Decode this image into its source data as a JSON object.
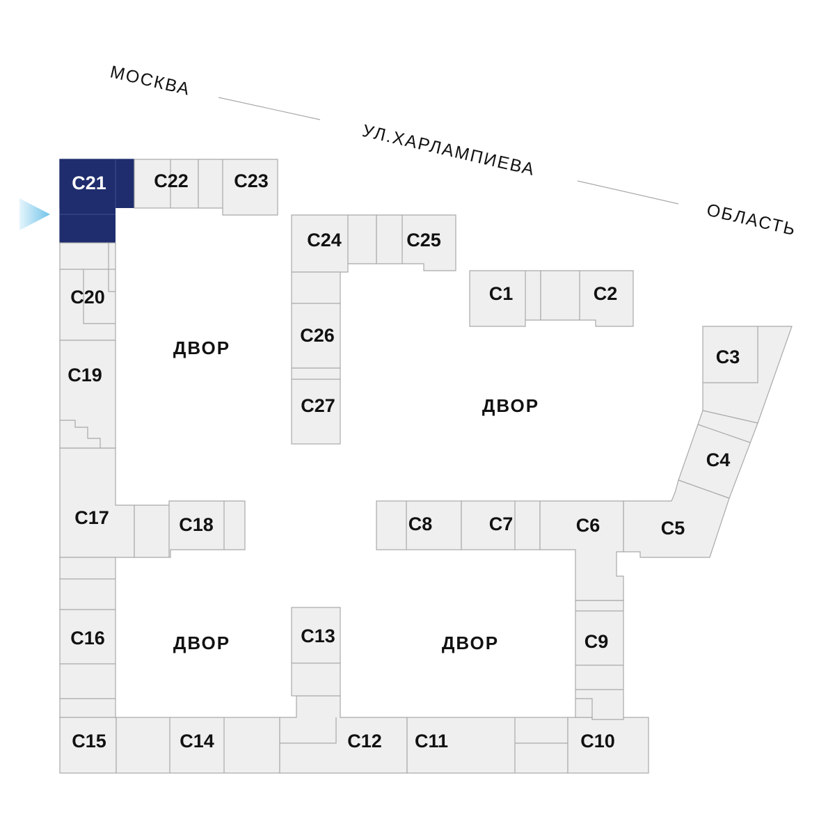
{
  "streets": {
    "moscow": "МОСКВА",
    "street": "УЛ.ХАРЛАМПИЕВА",
    "region": "ОБЛАСТЬ"
  },
  "yards": [
    "ДВОР",
    "ДВОР",
    "ДВОР",
    "ДВОР"
  ],
  "sections": {
    "c1": "С1",
    "c2": "С2",
    "c3": "С3",
    "c4": "С4",
    "c5": "С5",
    "c6": "С6",
    "c7": "С7",
    "c8": "С8",
    "c9": "С9",
    "c10": "С10",
    "c11": "С11",
    "c12": "С12",
    "c13": "С13",
    "c14": "С14",
    "c15": "С15",
    "c16": "С16",
    "c17": "С17",
    "c18": "С18",
    "c19": "С19",
    "c20": "С20",
    "c21": "С21",
    "c22": "С22",
    "c23": "С23",
    "c24": "С24",
    "c25": "С25",
    "c26": "С26",
    "c27": "С27"
  },
  "selected_section": "С21",
  "colors": {
    "selected": "#1f2d6e",
    "building": "#efefef",
    "outline": "#a9a9a9",
    "arrow_start": "#6fc3e8",
    "arrow_end": "#e6f5fc"
  }
}
